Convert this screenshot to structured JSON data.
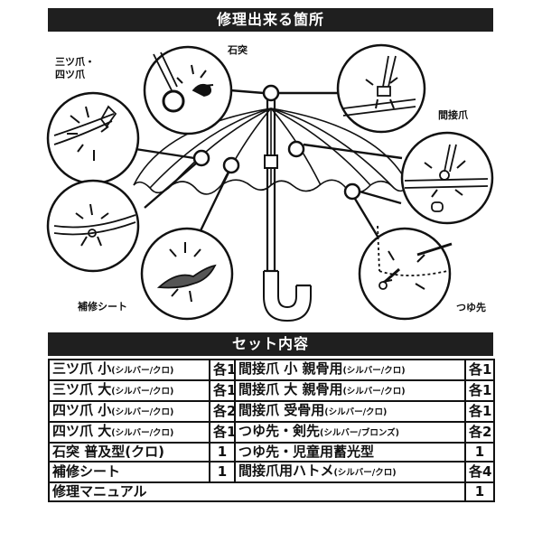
{
  "header_title": "修理出来る箇所",
  "set_title": "セット内容",
  "labels": {
    "mitsu_yotsu_1": "三ツ爪・",
    "mitsu_yotsu_2": "四ツ爪",
    "ishitotsu": "石突",
    "kansetsu": "間接爪",
    "tsuyusaki": "つゆ先",
    "hoshu_sheet": "補修シート"
  },
  "items": [
    {
      "left": {
        "name": "三ツ爪 小",
        "note": "(シルバー/クロ)",
        "qty": "各1"
      },
      "right": {
        "name": "間接爪 小 親骨用",
        "note": "(シルバー/クロ)",
        "qty": "各1"
      }
    },
    {
      "left": {
        "name": "三ツ爪 大",
        "note": "(シルバー/クロ)",
        "qty": "各1"
      },
      "right": {
        "name": "間接爪 大 親骨用",
        "note": "(シルバー/クロ)",
        "qty": "各1"
      }
    },
    {
      "left": {
        "name": "四ツ爪 小",
        "note": "(シルバー/クロ)",
        "qty": "各2"
      },
      "right": {
        "name": "間接爪 受骨用",
        "note": "(シルバー/クロ)",
        "qty": "各1"
      }
    },
    {
      "left": {
        "name": "四ツ爪 大",
        "note": "(シルバー/クロ)",
        "qty": "各1"
      },
      "right": {
        "name": "つゆ先・剣先",
        "note": "(シルバー/ブロンズ)",
        "qty": "各2"
      }
    },
    {
      "left": {
        "name": "石突 普及型(クロ)",
        "note": "",
        "qty": "1"
      },
      "right": {
        "name": "つゆ先・児童用蓄光型",
        "note": "",
        "qty": "1"
      }
    },
    {
      "left": {
        "name": "補修シート",
        "note": "",
        "qty": "1"
      },
      "right": {
        "name": "間接爪用ハトメ",
        "note": "(シルバー/クロ)",
        "qty": "各4"
      }
    }
  ],
  "last_row": {
    "name": "修理マニュアル",
    "qty": "1"
  }
}
